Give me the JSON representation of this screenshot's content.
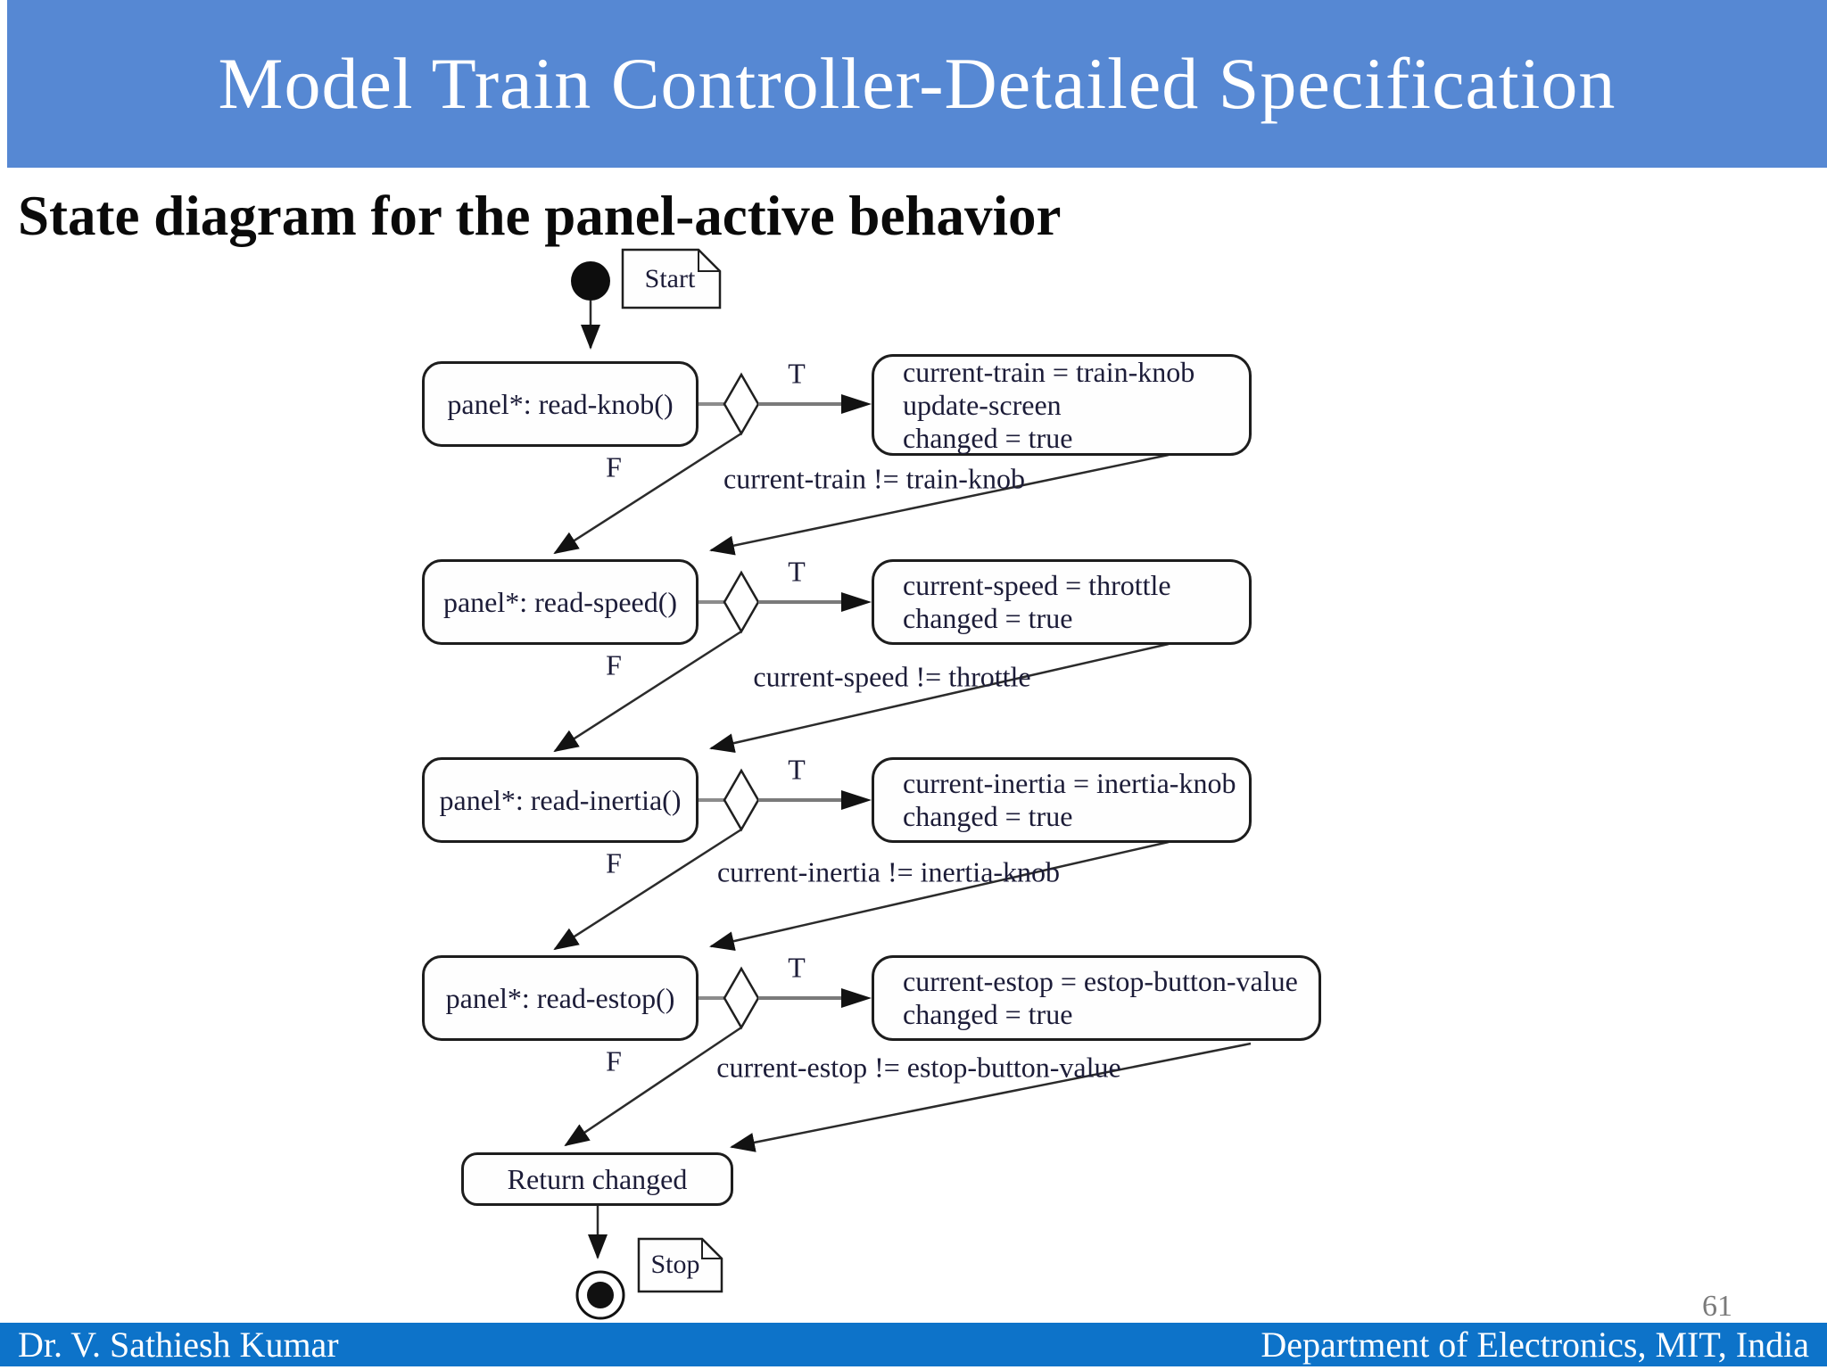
{
  "slide": {
    "title": "Model Train Controller-Detailed Specification",
    "subtitle": "State diagram for the panel-active behavior",
    "page_number": "61",
    "footer_left": "Dr. V. Sathiesh Kumar",
    "footer_right": "Department of Electronics, MIT, India"
  },
  "colors": {
    "header_bg": "#5688d3",
    "footer_bg": "#0d73c9",
    "ink": "#1c1c38"
  },
  "diagram": {
    "start_label": "Start",
    "stop_label": "Stop",
    "true_label": "T",
    "false_label": "F",
    "return_state": "Return changed",
    "rows": [
      {
        "state": "panel*: read-knob()",
        "guard": "current-train != train-knob",
        "actions": [
          "current-train = train-knob",
          "update-screen",
          "changed = true"
        ]
      },
      {
        "state": "panel*: read-speed()",
        "guard": "current-speed != throttle",
        "actions": [
          "current-speed = throttle",
          "changed = true"
        ]
      },
      {
        "state": "panel*: read-inertia()",
        "guard": "current-inertia != inertia-knob",
        "actions": [
          "current-inertia = inertia-knob",
          "changed = true"
        ]
      },
      {
        "state": "panel*: read-estop()",
        "guard": "current-estop != estop-button-value",
        "actions": [
          "current-estop = estop-button-value",
          "changed = true"
        ]
      }
    ]
  }
}
